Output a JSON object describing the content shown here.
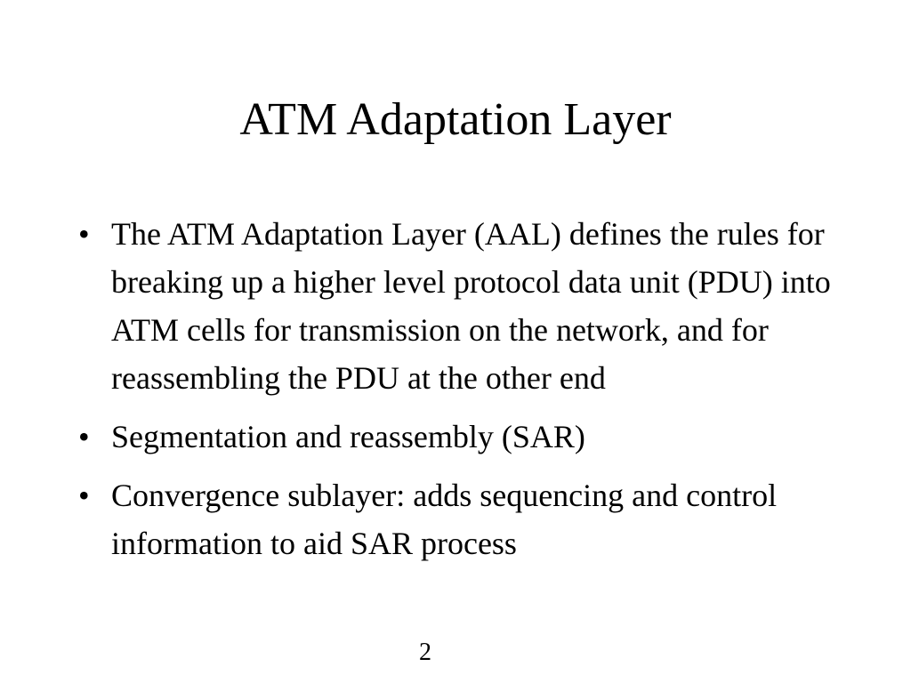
{
  "slide": {
    "title": "ATM Adaptation Layer",
    "bullet_glyph": "•",
    "bullets": [
      "The ATM Adaptation Layer (AAL) defines the rules for breaking up a higher level protocol data unit (PDU) into ATM cells for transmission on the network, and for reassembling the PDU at the other end",
      "Segmentation and reassembly (SAR)",
      "Convergence sublayer: adds sequencing and control information to aid SAR process"
    ],
    "page_number": "2"
  }
}
